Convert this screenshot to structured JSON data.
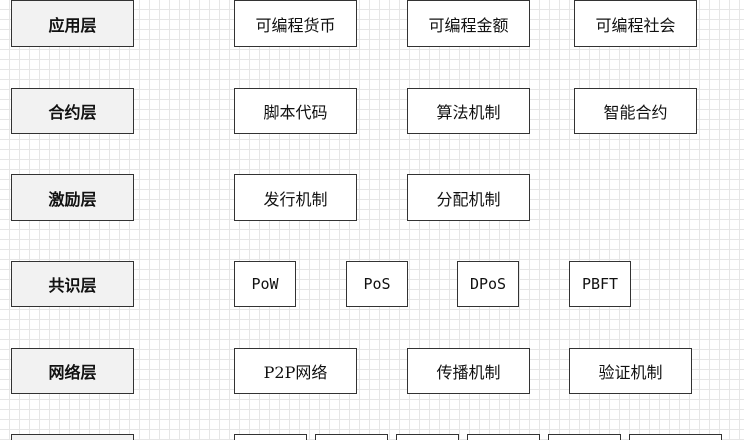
{
  "layers": {
    "application": {
      "label": "应用层",
      "items": [
        "可编程货币",
        "可编程金额",
        "可编程社会"
      ]
    },
    "contract": {
      "label": "合约层",
      "items": [
        "脚本代码",
        "算法机制",
        "智能合约"
      ]
    },
    "incentive": {
      "label": "激励层",
      "items": [
        "发行机制",
        "分配机制"
      ]
    },
    "consensus": {
      "label": "共识层",
      "items": [
        "PoW",
        "PoS",
        "DPoS",
        "PBFT"
      ]
    },
    "network": {
      "label": "网络层",
      "items": [
        "P2P网络",
        "传播机制",
        "验证机制"
      ]
    }
  }
}
